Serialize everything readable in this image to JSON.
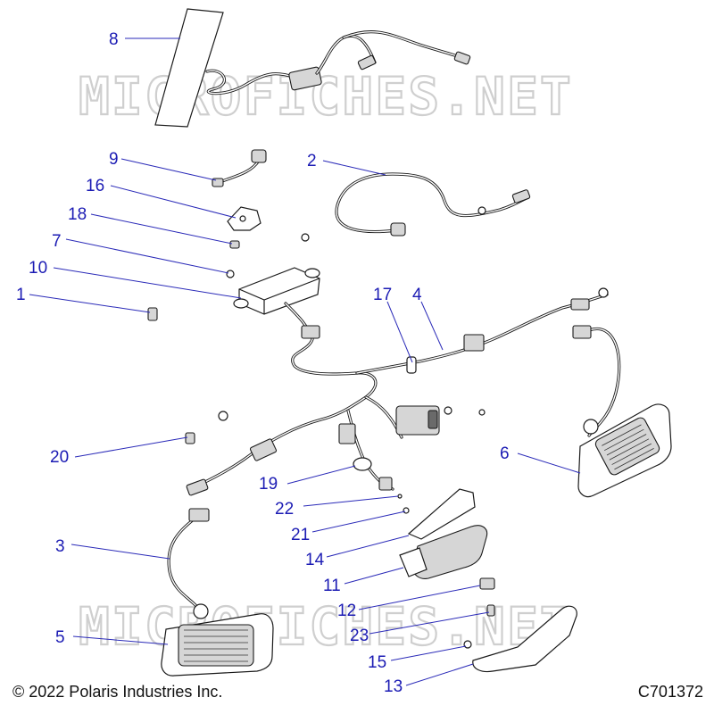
{
  "watermark": "MICROFICHES.NET",
  "footer": {
    "copyright": "© 2022 Polaris Industries Inc.",
    "figure_code": "C701372"
  },
  "callouts": {
    "c1": "1",
    "c2": "2",
    "c3": "3",
    "c4": "4",
    "c5": "5",
    "c6": "6",
    "c7": "7",
    "c8": "8",
    "c9": "9",
    "c10": "10",
    "c11": "11",
    "c12": "12",
    "c13": "13",
    "c14": "14",
    "c15": "15",
    "c16": "16",
    "c17": "17",
    "c18": "18",
    "c19": "19",
    "c20": "20",
    "c21": "21",
    "c22": "22",
    "c23": "23"
  },
  "colors": {
    "callout": "#1c1cb4",
    "line": "#1a1a1a",
    "watermark": "#cfcfcf"
  }
}
